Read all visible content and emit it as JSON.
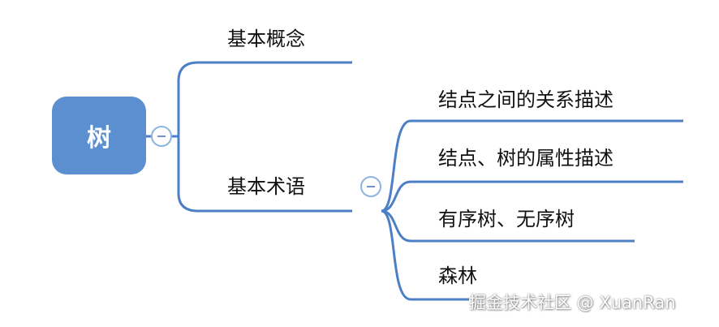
{
  "root": {
    "label": "树"
  },
  "branches": [
    {
      "label": "基本概念"
    },
    {
      "label": "基本术语",
      "children": [
        {
          "label": "结点之间的关系描述"
        },
        {
          "label": "结点、树的属性描述"
        },
        {
          "label": "有序树、无序树"
        },
        {
          "label": "森林"
        }
      ]
    }
  ],
  "watermark": "掘金技术社区 @ XuanRan",
  "colors": {
    "root_fill": "#5b8fd0",
    "connector": "#4c7fc5",
    "collapse_border": "#8fb4df"
  },
  "icons": {
    "collapse": "minus-circle-icon"
  }
}
